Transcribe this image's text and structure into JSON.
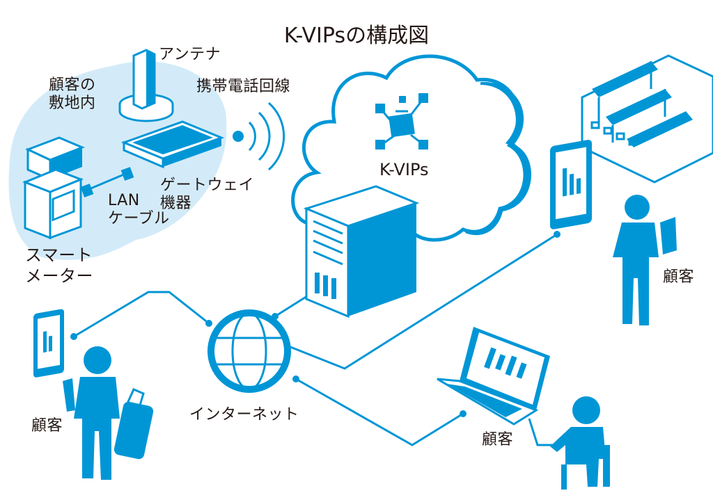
{
  "title": "K-VIPsの構成図",
  "colors": {
    "accent": "#0096d6",
    "light_fill": "#d3ebf8",
    "text": "#231815"
  },
  "labels": {
    "site": "顧客の\n敷地内",
    "antenna": "アンテナ",
    "mobile_line": "携帯電話回線",
    "gateway": "ゲートウェイ\n機器",
    "lan": "LAN\nケーブル",
    "smart_meter": "スマート\nメーター",
    "cloud": "K-VIPs",
    "internet": "インターネット",
    "customer_right": "顧客",
    "customer_left": "顧客",
    "customer_bottom": "顧客"
  },
  "icons": [
    "antenna-icon",
    "gateway-icon",
    "wifi-signal-icon",
    "lan-cable-icon",
    "smart-meter-icon",
    "cloud-icon",
    "network-node-icon",
    "server-icon",
    "globe-icon",
    "tablet-icon",
    "laptop-icon",
    "factory-icon",
    "person-icon",
    "suitcase-icon"
  ]
}
